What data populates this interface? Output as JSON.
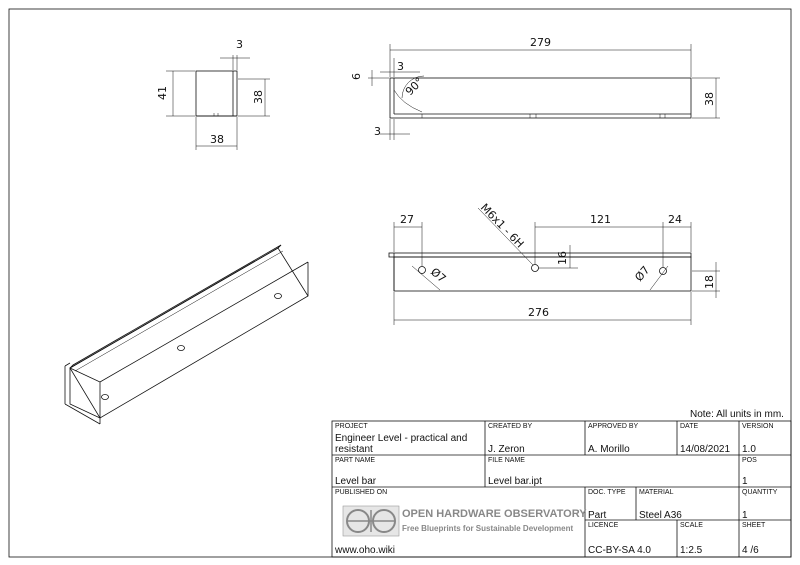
{
  "drawing": {
    "top_view": {
      "width": "38",
      "thickness": "3",
      "height_outer": "41",
      "height_inner": "38"
    },
    "front_view": {
      "length": "279",
      "thickness_top": "3",
      "offset": "6",
      "angle": "90°",
      "thickness_bottom": "3",
      "height": "38"
    },
    "hole_view": {
      "left_offset": "27",
      "hole_spacing": "121",
      "right_offset": "24",
      "thread": "M6x1 - 6H",
      "hole_y": "16",
      "dia_left": "Ø7",
      "dia_right": "Ø7",
      "height": "18",
      "length": "276"
    }
  },
  "note": "Note: All units in mm.",
  "title_block": {
    "project_label": "PROJECT",
    "project_value_1": "Engineer Level - practical and",
    "project_value_2": "resistant",
    "created_label": "CREATED BY",
    "created_value": "J. Zeron",
    "approved_label": "APPROVED BY",
    "approved_value": "A. Morillo",
    "date_label": "DATE",
    "date_value": "14/08/2021",
    "version_label": "VERSION",
    "version_value": "1.0",
    "part_label": "PART NAME",
    "part_value": "Level bar",
    "file_label": "FILE NAME",
    "file_value": "Level bar.ipt",
    "pos_label": "POS",
    "pos_value": "1",
    "published_label": "PUBLISHED ON",
    "published_value": "www.oho.wiki",
    "doctype_label": "DOC. TYPE",
    "doctype_value": "Part",
    "material_label": "MATERIAL",
    "material_value": "Steel A36",
    "quantity_label": "QUANTITY",
    "quantity_value": "1",
    "licence_label": "LICENCE",
    "licence_value": "CC-BY-SA 4.0",
    "scale_label": "SCALE",
    "scale_value": "1:2.5",
    "sheet_label": "SHEET",
    "sheet_value": "4 /6",
    "logo_title": "OPEN HARDWARE OBSERVATORY",
    "logo_subtitle": "Free Blueprints for Sustainable Development"
  }
}
